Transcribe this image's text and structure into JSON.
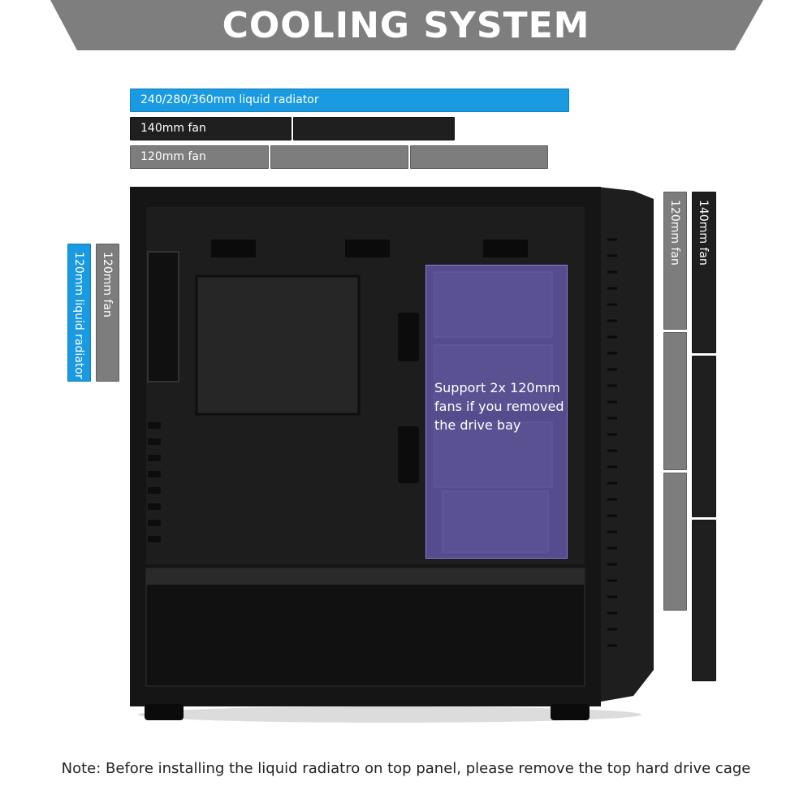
{
  "header": {
    "title": "COOLING SYSTEM"
  },
  "top_support": {
    "radiator_label": "240/280/360mm liquid radiator",
    "fan140_label": "140mm fan",
    "fan120_label": "120mm fan",
    "fan140_slots": 2,
    "fan120_slots": 3
  },
  "rear_support": {
    "radiator_label": "120mm liquid radiator",
    "fan_label": "120mm fan"
  },
  "front_support": {
    "fan120_label": "120mm fan",
    "fan140_label": "140mm fan",
    "fan120_slots": 3,
    "fan140_slots": 3
  },
  "drive_bay_overlay": {
    "text": "Support 2x 120mm fans if you removed the drive bay"
  },
  "note": "Note: Before installing the liquid radiatro on top panel, please remove the top hard drive cage",
  "colors": {
    "banner": "#7e7e7e",
    "radiator_bar": "#1a9ae0",
    "fan140_bar": "#1f1f1f",
    "fan120_bar": "#7d7d7d",
    "overlay": "#7869d2"
  }
}
